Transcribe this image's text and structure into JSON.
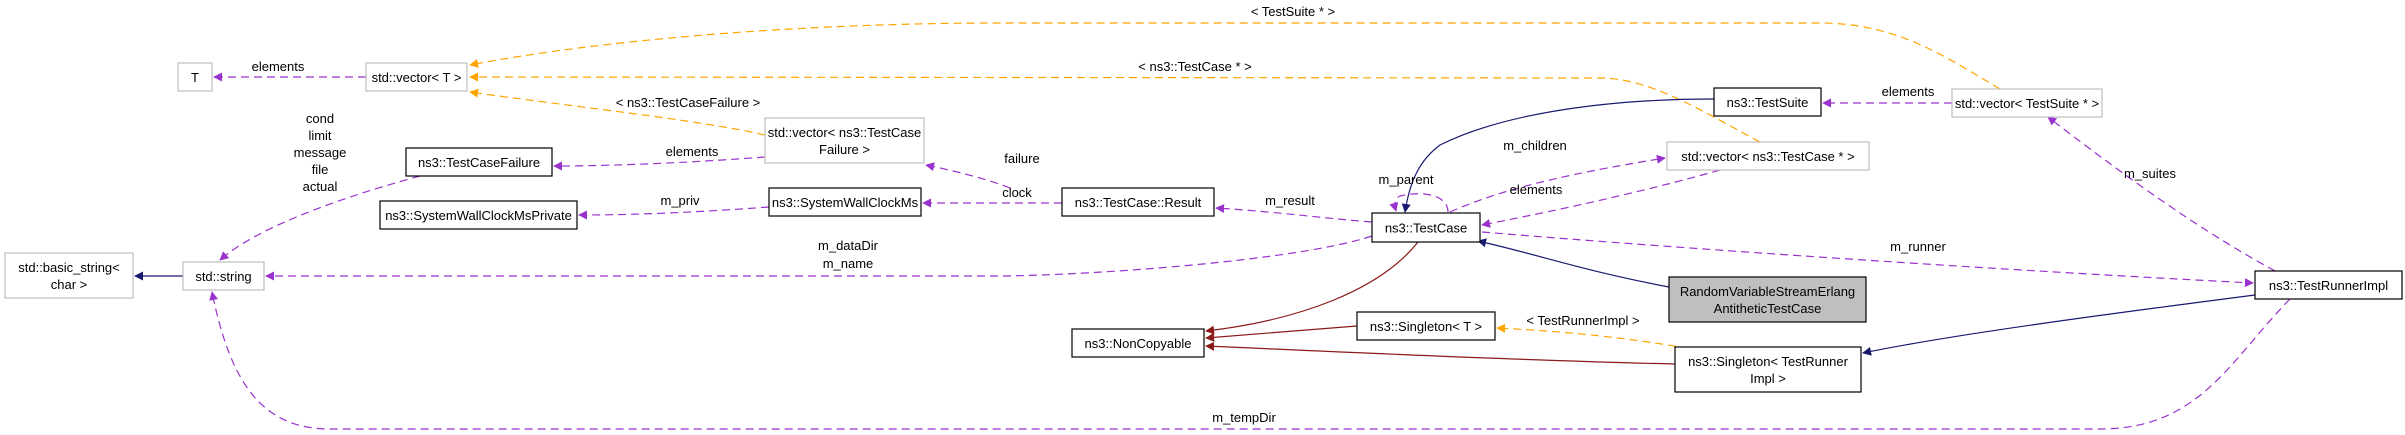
{
  "title": "Collaboration diagram for RandomVariableStreamErlangAntitheticTestCase",
  "colors": {
    "member_edge": "#9a32cd",
    "template_edge": "#ffa500",
    "inherit_public": "#191970",
    "inherit_private": "#8b1a1a",
    "border_documented": "#000000",
    "border_undocumented": "#bfbfbf",
    "focus_fill": "#bfbfbf"
  },
  "nodes": [
    {
      "id": "T",
      "lines": [
        "T"
      ],
      "style": "undocumented"
    },
    {
      "id": "vecT",
      "lines": [
        "std::vector< T >"
      ],
      "style": "undocumented"
    },
    {
      "id": "TestCaseFailure",
      "lines": [
        "ns3::TestCaseFailure"
      ],
      "style": "documented"
    },
    {
      "id": "SWCMsPrivate",
      "lines": [
        "ns3::SystemWallClockMsPrivate"
      ],
      "style": "documented"
    },
    {
      "id": "basic_string",
      "lines": [
        "std::basic_string<",
        "char >"
      ],
      "style": "undocumented"
    },
    {
      "id": "string",
      "lines": [
        "std::string"
      ],
      "style": "undocumented"
    },
    {
      "id": "vecTCF",
      "lines": [
        "std::vector< ns3::TestCase",
        "Failure >"
      ],
      "style": "undocumented"
    },
    {
      "id": "SWCMs",
      "lines": [
        "ns3::SystemWallClockMs"
      ],
      "style": "documented"
    },
    {
      "id": "Result",
      "lines": [
        "ns3::TestCase::Result"
      ],
      "style": "documented"
    },
    {
      "id": "TestCase",
      "lines": [
        "ns3::TestCase"
      ],
      "style": "documented"
    },
    {
      "id": "NonCopyable",
      "lines": [
        "ns3::NonCopyable"
      ],
      "style": "documented"
    },
    {
      "id": "SingletonT",
      "lines": [
        "ns3::Singleton< T >"
      ],
      "style": "documented"
    },
    {
      "id": "TestSuite",
      "lines": [
        "ns3::TestSuite"
      ],
      "style": "documented"
    },
    {
      "id": "vecTC",
      "lines": [
        "std::vector< ns3::TestCase * >"
      ],
      "style": "undocumented"
    },
    {
      "id": "vecTS",
      "lines": [
        "std::vector< TestSuite * >"
      ],
      "style": "undocumented"
    },
    {
      "id": "Focus",
      "lines": [
        "RandomVariableStreamErlang",
        "AntitheticTestCase"
      ],
      "style": "focus"
    },
    {
      "id": "SingletonTRI",
      "lines": [
        "ns3::Singleton< TestRunner",
        "Impl >"
      ],
      "style": "documented"
    },
    {
      "id": "TestRunnerImpl",
      "lines": [
        "ns3::TestRunnerImpl"
      ],
      "style": "documented"
    }
  ],
  "edges": [
    {
      "from": "vecT",
      "to": "T",
      "kind": "member",
      "labels": [
        "elements"
      ]
    },
    {
      "from": "vecTCF",
      "to": "vecT",
      "kind": "template",
      "labels": [
        "< ns3::TestCaseFailure >"
      ]
    },
    {
      "from": "vecTC",
      "to": "vecT",
      "kind": "template",
      "labels": [
        "< ns3::TestCase * >"
      ]
    },
    {
      "from": "vecTS",
      "to": "vecT",
      "kind": "template",
      "labels": [
        "< TestSuite * >"
      ]
    },
    {
      "from": "TestCaseFailure",
      "to": "string",
      "kind": "member",
      "labels": [
        "cond",
        "limit",
        "message",
        "file",
        "actual"
      ]
    },
    {
      "from": "vecTCF",
      "to": "TestCaseFailure",
      "kind": "member",
      "labels": [
        "elements"
      ]
    },
    {
      "from": "SWCMs",
      "to": "SWCMsPrivate",
      "kind": "member",
      "labels": [
        "m_priv"
      ]
    },
    {
      "from": "string",
      "to": "basic_string",
      "kind": "inherit_public",
      "labels": []
    },
    {
      "from": "Result",
      "to": "vecTCF",
      "kind": "member",
      "labels": [
        "failure"
      ]
    },
    {
      "from": "Result",
      "to": "SWCMs",
      "kind": "member",
      "labels": [
        "clock"
      ]
    },
    {
      "from": "TestCase",
      "to": "Result",
      "kind": "member",
      "labels": [
        "m_result"
      ]
    },
    {
      "from": "TestCase",
      "to": "string",
      "kind": "member",
      "labels": [
        "m_dataDir",
        "m_name"
      ]
    },
    {
      "from": "TestCase",
      "to": "TestCase",
      "kind": "member",
      "labels": [
        "m_parent"
      ]
    },
    {
      "from": "TestCase",
      "to": "vecTC",
      "kind": "member",
      "labels": [
        "m_children"
      ]
    },
    {
      "from": "vecTC",
      "to": "TestCase",
      "kind": "member",
      "labels": [
        "elements"
      ]
    },
    {
      "from": "TestSuite",
      "to": "TestCase",
      "kind": "inherit_public",
      "labels": []
    },
    {
      "from": "TestCase",
      "to": "NonCopyable",
      "kind": "inherit_private",
      "labels": []
    },
    {
      "from": "SingletonT",
      "to": "NonCopyable",
      "kind": "inherit_private",
      "labels": []
    },
    {
      "from": "SingletonTRI",
      "to": "NonCopyable",
      "kind": "inherit_private",
      "labels": []
    },
    {
      "from": "SingletonTRI",
      "to": "SingletonT",
      "kind": "template",
      "labels": [
        "< TestRunnerImpl >"
      ]
    },
    {
      "from": "vecTS",
      "to": "TestSuite",
      "kind": "member",
      "labels": [
        "elements"
      ]
    },
    {
      "from": "TestRunnerImpl",
      "to": "vecTS",
      "kind": "member",
      "labels": [
        "m_suites"
      ]
    },
    {
      "from": "TestCase",
      "to": "TestRunnerImpl",
      "kind": "member",
      "labels": [
        "m_runner"
      ]
    },
    {
      "from": "Focus",
      "to": "TestCase",
      "kind": "inherit_public",
      "labels": []
    },
    {
      "from": "TestRunnerImpl",
      "to": "SingletonTRI",
      "kind": "inherit_public",
      "labels": []
    },
    {
      "from": "TestRunnerImpl",
      "to": "string",
      "kind": "member",
      "labels": [
        "m_tempDir"
      ]
    }
  ]
}
